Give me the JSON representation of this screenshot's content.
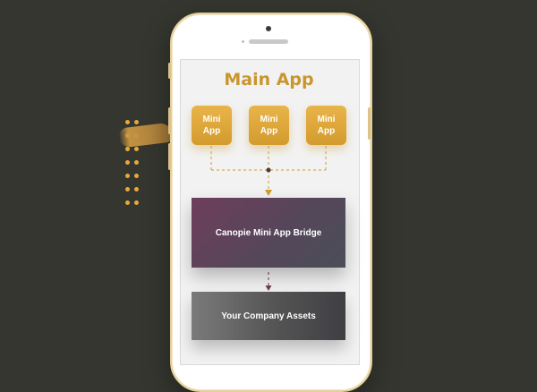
{
  "diagram": {
    "title": "Main App",
    "mini_apps": [
      {
        "label": "Mini App"
      },
      {
        "label": "Mini App"
      },
      {
        "label": "Mini App"
      }
    ],
    "bridge_label": "Canopie Mini App Bridge",
    "assets_label": "Your Company Assets"
  },
  "colors": {
    "background": "#34362f",
    "accent_gold": "#d39b2c",
    "bridge_purple": "#6e3e5c",
    "assets_gray": "#545454"
  }
}
